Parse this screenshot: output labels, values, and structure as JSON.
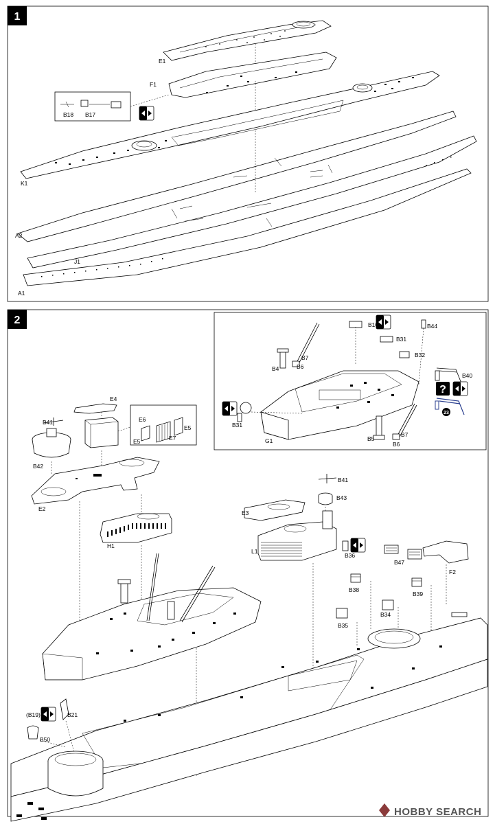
{
  "steps": [
    {
      "number": "1"
    },
    {
      "number": "2"
    }
  ],
  "step1_labels": {
    "e1": "E1",
    "f1": "F1",
    "b18": "B18",
    "b17": "B17",
    "k1": "K1",
    "a2": "A2",
    "j1": "J1",
    "a1": "A1"
  },
  "step2_labels": {
    "b10": "B10",
    "b44": "B44",
    "b31_top": "B31",
    "b32": "B32",
    "b7_top": "B7",
    "b4": "B4",
    "b6_top": "B6",
    "b40": "B40",
    "b31_left": "B31",
    "g1": "G1",
    "b5": "B5",
    "b7_bottom": "B7",
    "b6_bottom": "B6",
    "callout_step": "23",
    "e4": "E4",
    "b41_left": "B41",
    "e6": "E6",
    "e7": "E7",
    "e5_right": "E5",
    "e5_left": "E5",
    "b42": "B42",
    "e2": "E2",
    "h1": "H1",
    "b41_right": "B41",
    "b43": "B43",
    "e3": "E3",
    "l1": "L1",
    "b36": "B36",
    "b47": "B47",
    "f2": "F2",
    "b38": "B38",
    "b39": "B39",
    "b34": "B34",
    "b35": "B35",
    "b19": "(B19)",
    "b21": "B21",
    "b50": "B50"
  },
  "icons": {
    "question": "?"
  },
  "watermark": "HOBBY SEARCH",
  "colors": {
    "callout_blue": "#2a3f8f",
    "icon_black": "#000000",
    "watermark_gray": "#555555"
  }
}
